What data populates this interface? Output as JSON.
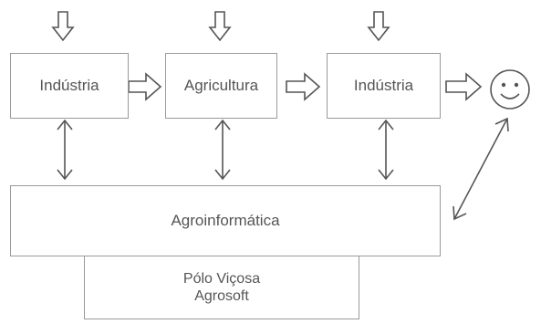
{
  "nodes": {
    "industria_1": "Indústria",
    "agricultura": "Agricultura",
    "industria_2": "Indústria",
    "agroinformatica": "Agroinformática",
    "polo_line1": "Pólo Viçosa",
    "polo_line2": "Agrosoft"
  },
  "icons": {
    "consumer": "smiley-face-icon",
    "flow": "hollow-arrow-icon",
    "link": "double-headed-arrow-icon"
  },
  "colors": {
    "stroke": "#555555",
    "border": "#9a9a9a",
    "text": "#555555",
    "background": "#ffffff"
  }
}
